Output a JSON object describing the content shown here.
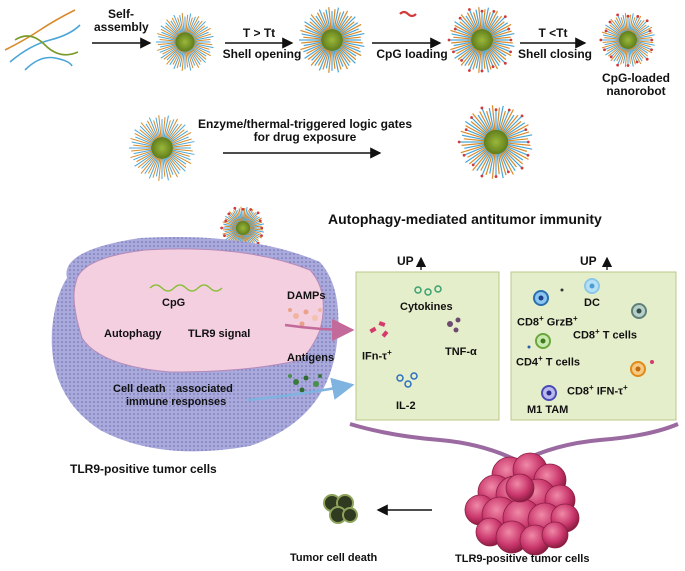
{
  "top_row": {
    "step1": [
      "Self-",
      "assembly"
    ],
    "step2": [
      "T > Tt",
      "Shell opening"
    ],
    "step3": "CpG loading",
    "step4": [
      "T <Tt",
      "Shell closing"
    ],
    "result": [
      "CpG-loaded",
      "nanorobot"
    ]
  },
  "logic_gates": [
    "Enzyme/thermal-triggered logic gates",
    "for drug exposure"
  ],
  "section_title": "Autophagy-mediated antitumor immunity",
  "cell": {
    "cpg": "CpG",
    "autophagy": "Autophagy",
    "tlr9_signal": "TLR9 signal",
    "cell_death": "Cell death",
    "associated": "associated",
    "immune_responses": "immune responses",
    "caption": "TLR9-positive tumor cells"
  },
  "inputs": {
    "damps": "DAMPs",
    "antigens": "Antigens"
  },
  "panel1": {
    "up": "UP",
    "cytokines": "Cytokines",
    "ifn": "IFn-τ",
    "ifn_sup": "+",
    "tnf": "TNF-α",
    "il2": "IL-2"
  },
  "panel2": {
    "up": "UP",
    "cd8_grzb_a": "CD8",
    "cd8_grzb_b": "GrzB",
    "dc": "DC",
    "cd8_t": "CD8",
    "cd8_t_rest": "T cells",
    "cd4_t": "CD4",
    "cd4_t_rest": "T cells",
    "cd8_ifn": "CD8",
    "cd8_ifn_rest": "IFN-τ",
    "m1": "M1 TAM",
    "plus": "+"
  },
  "bottom": {
    "death": "Tumor cell death",
    "tumor": "TLR9-positive tumor cells"
  },
  "colors": {
    "panel_bg": "#e5eecb",
    "panel_border": "#b9c98a",
    "cell_fill": "#f3cfe0",
    "cell_rim": "#8a8fc8",
    "tumor": "#c9356b",
    "core_green": "#7a9a2c",
    "shell_orange": "#d98a2a",
    "shell_blue": "#4aa6d8"
  }
}
